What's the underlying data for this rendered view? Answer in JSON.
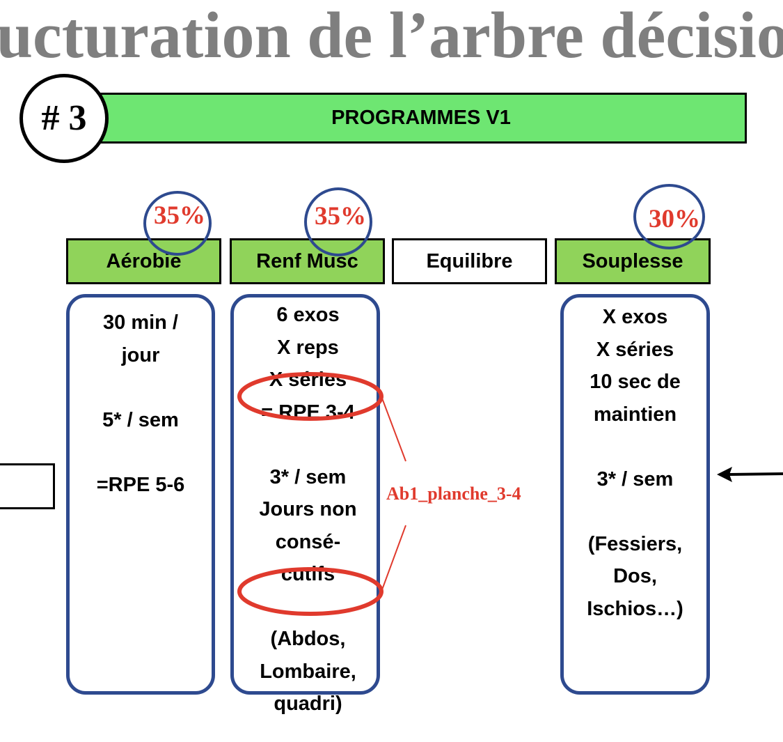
{
  "title": "ructuration de l’arbre décisio",
  "step_number": "# 3",
  "banner": "PROGRAMMES V1",
  "columns": [
    {
      "header": "Aérobie",
      "percent": "35%",
      "content": "30 min /\njour\n\n5* / sem\n\n=RPE 5-6"
    },
    {
      "header": "Renf Musc",
      "percent": "35%",
      "content": "6 exos\nX reps\nX séries\n= RPE 3-4\n\n3* / sem\nJours non\nconsé-\ncutifs\n\n(Abdos,\nLombaire,\nquadri)"
    },
    {
      "header": "Equilibre"
    },
    {
      "header": "Souplesse",
      "percent": "30%",
      "content": "X exos\nX séries\n10 sec de\nmaintien\n\n3* / sem\n\n(Fessiers,\nDos,\nIschios…)"
    }
  ],
  "annotation": "Ab1_planche_3-4",
  "colors": {
    "title": "#7f7f7f",
    "banner": "#6ee672",
    "header_green": "#90d35a",
    "panel_border": "#2e4a8f",
    "annotation_red": "#e03a2d"
  },
  "icons": {
    "arrow": "arrow-left-icon"
  }
}
